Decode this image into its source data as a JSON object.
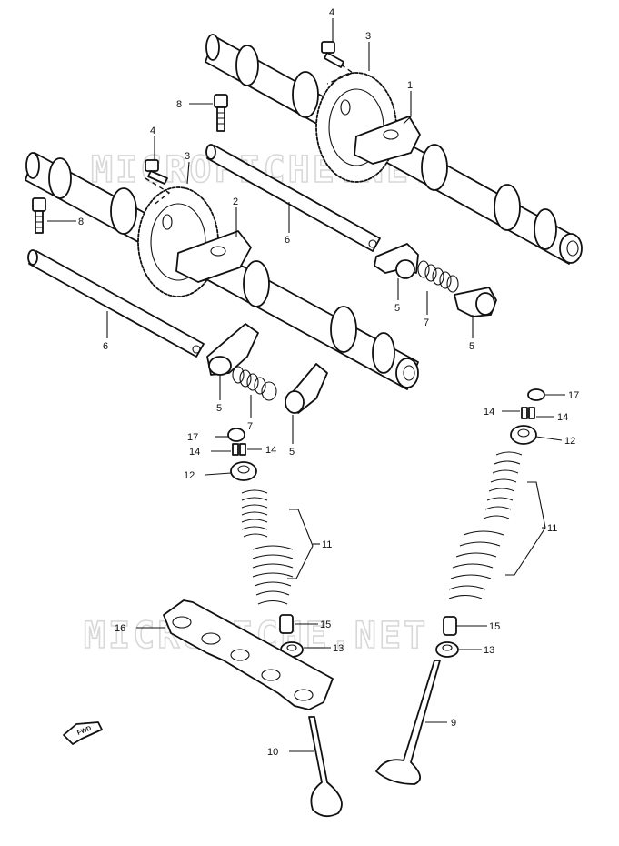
{
  "watermark": "MICROFICHE.NET",
  "fwd_label": "FWD",
  "callouts": {
    "c1": "1",
    "c2": "2",
    "c3a": "3",
    "c3b": "3",
    "c4a": "4",
    "c4b": "4",
    "c5a": "5",
    "c5b": "5",
    "c5c": "5",
    "c5d": "5",
    "c6a": "6",
    "c6b": "6",
    "c7a": "7",
    "c7b": "7",
    "c8a": "8",
    "c8b": "8",
    "c9": "9",
    "c10": "10",
    "c11a": "11",
    "c11b": "11",
    "c12a": "12",
    "c12b": "12",
    "c13a": "13",
    "c13b": "13",
    "c14a": "14",
    "c14b": "14",
    "c14c": "14",
    "c14d": "14",
    "c15a": "15",
    "c15b": "15",
    "c16": "16",
    "c17a": "17",
    "c17b": "17"
  }
}
